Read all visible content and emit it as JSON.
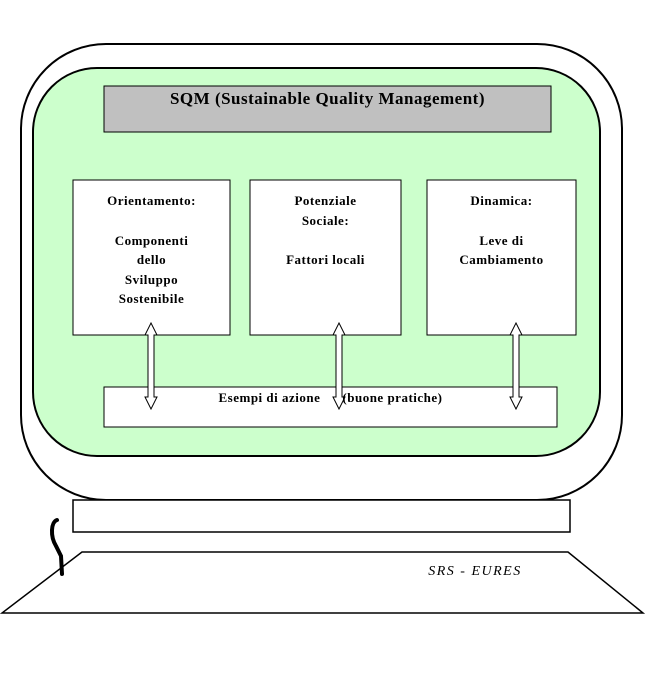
{
  "diagram": {
    "title": "SQM (Sustainable Quality Management)",
    "boxes": [
      {
        "heading": "Orientamento:",
        "lines": [
          "Componenti",
          "dello",
          "Sviluppo",
          "Sostenibile"
        ]
      },
      {
        "heading": "Potenziale",
        "heading2": "Sociale:",
        "lines": [
          "Fattori locali"
        ]
      },
      {
        "heading": "Dinamica:",
        "lines": [
          "Leve di",
          "Cambiamento"
        ]
      }
    ],
    "bottom": {
      "text_a": "Esempi di azione",
      "text_b": "(buone pratiche)"
    },
    "credit": "SRS - EURES",
    "colors": {
      "screen_fill": "#ccffcc",
      "title_bar_fill": "#c0c0c0",
      "outline": "#000000",
      "box_fill": "#ffffff"
    }
  }
}
